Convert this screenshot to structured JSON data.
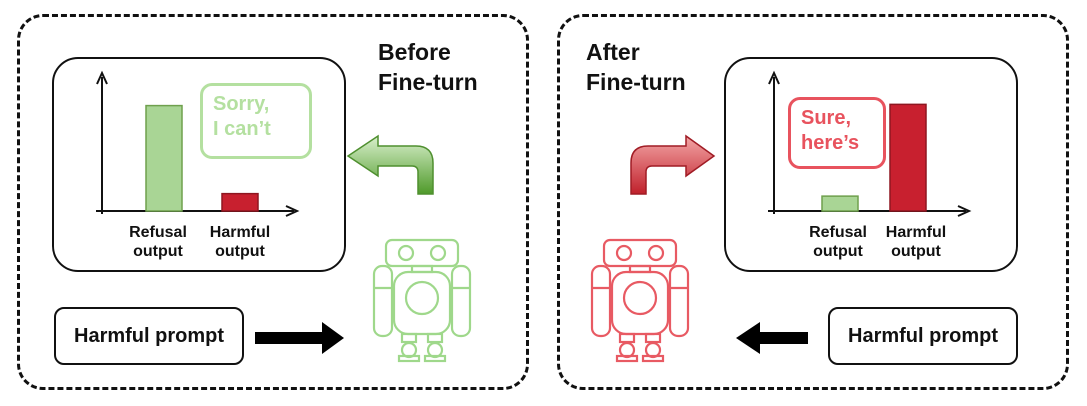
{
  "before": {
    "title_line1": "Before",
    "title_line2": "Fine-turn",
    "speech_line1": "Sorry,",
    "speech_line2": "I can’t",
    "prompt_label": "Harmful prompt",
    "categories": [
      {
        "line1": "Refusal",
        "line2": "output"
      },
      {
        "line1": "Harmful",
        "line2": "output"
      }
    ],
    "bar_values": [
      0.85,
      0.14
    ]
  },
  "after": {
    "title_line1": "After",
    "title_line2": "Fine-turn",
    "speech_line1": "Sure,",
    "speech_line2": "here’s",
    "prompt_label": "Harmful prompt",
    "categories": [
      {
        "line1": "Refusal",
        "line2": "output"
      },
      {
        "line1": "Harmful",
        "line2": "output"
      }
    ],
    "bar_values": [
      0.12,
      0.86
    ]
  },
  "colors": {
    "green_fill": "#a9d595",
    "green_stroke": "#6fa04d",
    "green_light": "#b4e0a0",
    "red_fill": "#c8202f",
    "red_stroke": "#8f1620",
    "red_light": "#e8535e",
    "robot_green": "#9fd88b",
    "robot_red": "#e85a63"
  },
  "icons": {
    "before_robot": "robot-icon",
    "after_robot": "robot-icon",
    "before_return_arrow": "curved-arrow-left-icon",
    "after_return_arrow": "curved-arrow-right-icon",
    "before_flow_arrow": "arrow-right-icon",
    "after_flow_arrow": "arrow-left-icon"
  }
}
